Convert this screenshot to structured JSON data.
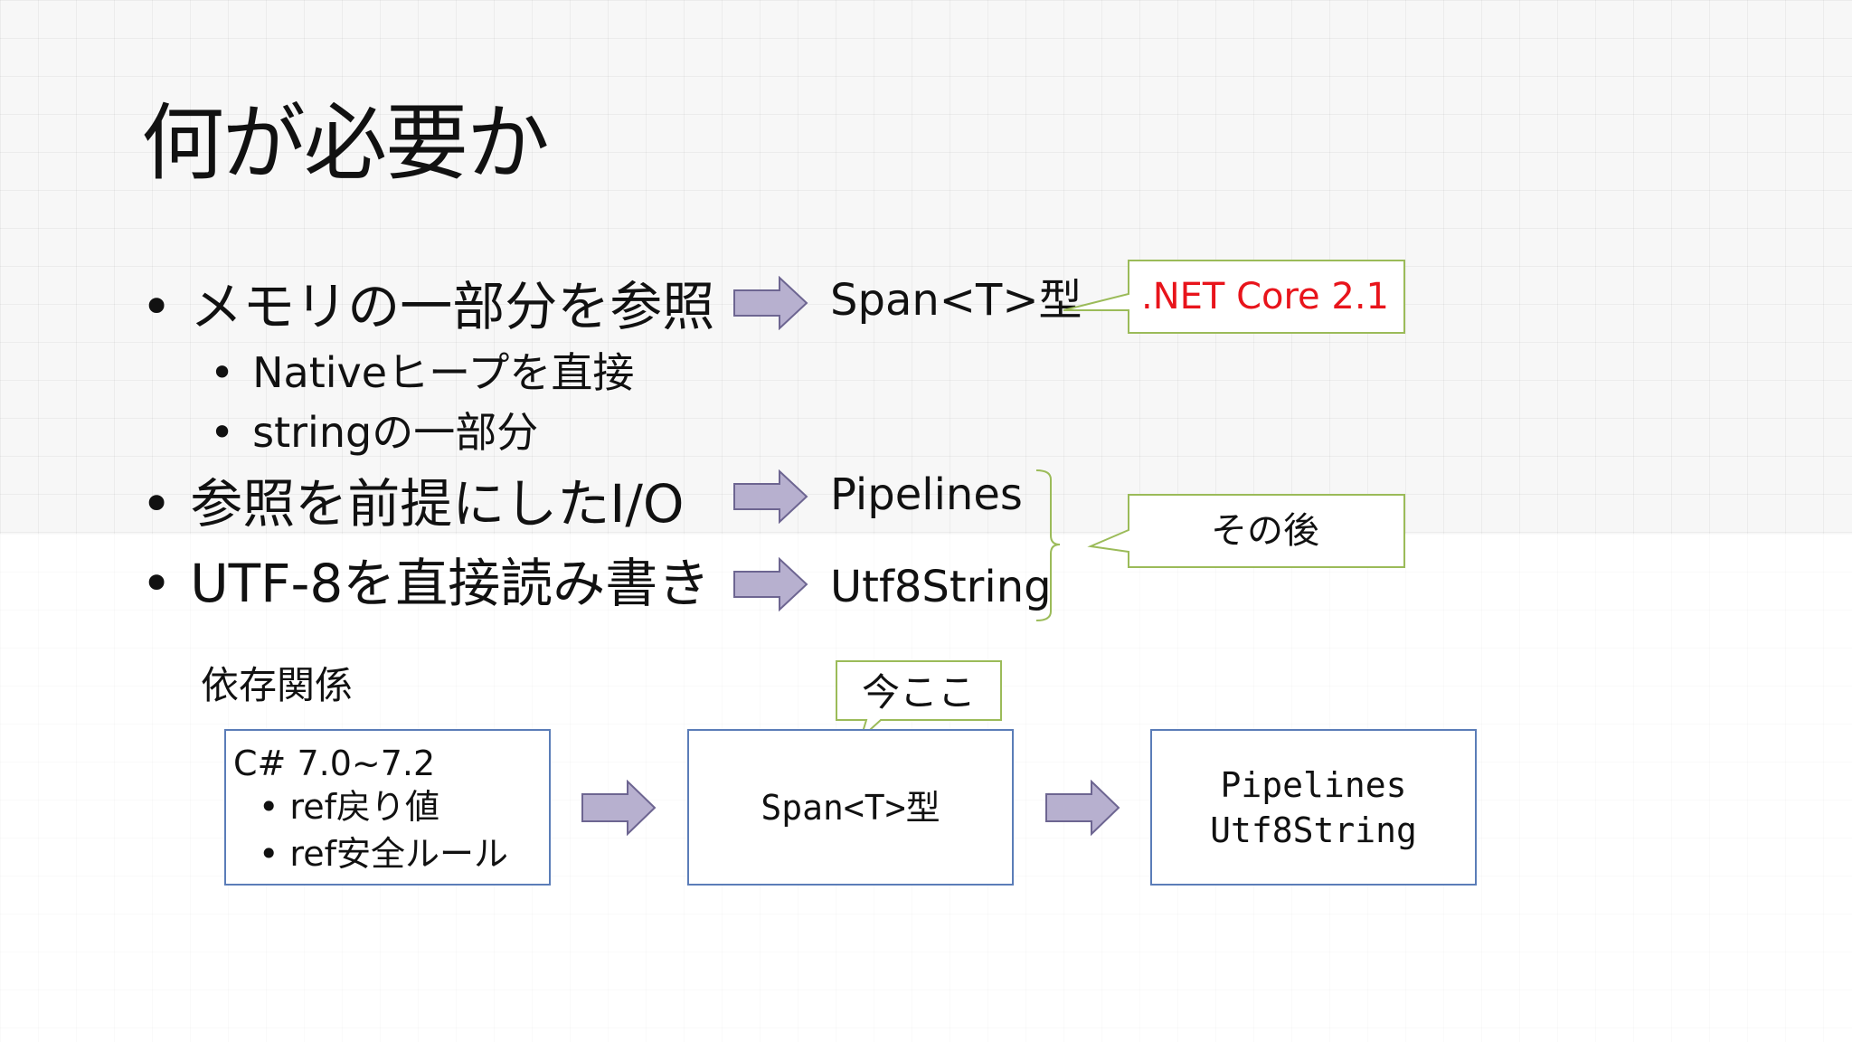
{
  "slide": {
    "title": "何が必要か",
    "bullets": [
      {
        "text": "メモリの一部分を参照",
        "target": "Span<T>型"
      },
      {
        "text": "Nativeヒープを直接"
      },
      {
        "text": "stringの一部分"
      },
      {
        "text": "参照を前提にしたI/O",
        "target": "Pipelines"
      },
      {
        "text": "UTF-8を直接読み書き",
        "target": "Utf8String"
      }
    ],
    "bullet_symbol": "•",
    "callouts": {
      "netcore": ".NET Core 2.1",
      "later": "その後",
      "here": "今ここ"
    },
    "dependency": {
      "label": "依存関係",
      "box1": {
        "heading": "C# 7.0~7.2",
        "items": [
          "ref戻り値",
          "ref安全ルール"
        ]
      },
      "box2": "Span<T>型",
      "box3": [
        "Pipelines",
        "Utf8String"
      ]
    },
    "colors": {
      "accent_red": "#e8141b",
      "callout_border": "#9bbb59",
      "box_border": "#5b7db8",
      "arrow_fill": "#b7b0cf",
      "arrow_stroke": "#6d6591"
    }
  }
}
